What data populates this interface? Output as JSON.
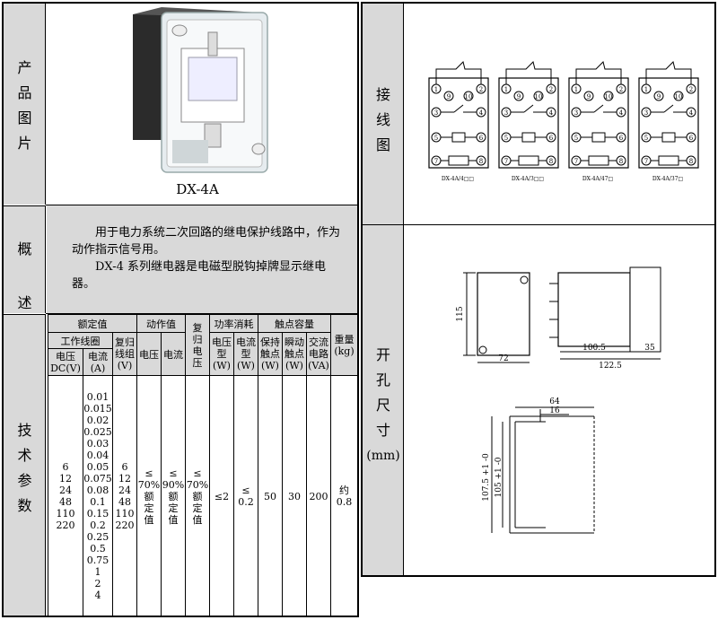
{
  "left": {
    "label_photo": [
      "产",
      "品",
      "图",
      "片"
    ],
    "model": "DX-4A",
    "label_overview": [
      "概",
      "述"
    ],
    "overview": [
      "用于电力系统二次回路的继电保护线路中，作为动作指示信号用。",
      "DX-4 系列继电器是电磁型脱钩掉牌显示继电器。"
    ],
    "label_params": [
      "技",
      "术",
      "参",
      "数"
    ]
  },
  "spec": {
    "h_rated": "额定值",
    "h_action": "动作值",
    "h_power": "功率消耗",
    "h_contact": "触点容量",
    "h_weight": "重量 (kg)",
    "h_work_coil": "工作线圈",
    "h_reset_coil": "复归线圈 (V)",
    "h_voltage": "电压",
    "h_current": "电流",
    "h_reset_voltage": "复归电压",
    "h_voltage_dc": "电压 DC(V)",
    "h_current_a": "电流 (A)",
    "h_volt_type": "电压型 (W)",
    "h_curr_type": "电流型 (W)",
    "h_hold": "保持触点 (W)",
    "h_instant": "瞬动触点 (W)",
    "h_ac": "交流电路 (VA)",
    "voltage_dc": [
      "6",
      "12",
      "24",
      "48",
      "110",
      "220"
    ],
    "current_a": [
      "0.01",
      "0.015",
      "0.02",
      "0.025",
      "0.03",
      "0.04",
      "0.05",
      "0.075",
      "0.08",
      "0.1",
      "0.15",
      "0.2",
      "0.25",
      "0.5",
      "0.75",
      "1",
      "2",
      "4"
    ],
    "reset_v": [
      "6",
      "12",
      "24",
      "48",
      "110",
      "220"
    ],
    "act_voltage": [
      "≤",
      "70%",
      "额",
      "定",
      "值"
    ],
    "act_current": [
      "≤",
      "90%",
      "额",
      "定",
      "值"
    ],
    "reset_voltage": [
      "≤",
      "70%",
      "额",
      "定",
      "值"
    ],
    "volt_type": "≤2",
    "curr_type": [
      "≤",
      "0.2"
    ],
    "hold": "50",
    "instant": "30",
    "ac": "200",
    "weight": [
      "约",
      "0.8"
    ]
  },
  "right": {
    "label_wiring": [
      "接",
      "线",
      "图"
    ],
    "label_cutout": [
      "开",
      "孔",
      "尺",
      "寸",
      "(mm)"
    ],
    "diagram_captions": [
      "DX-4A/4□□",
      "DX-4A/3□□",
      "DX-4A/47□",
      "DX-4A/37□"
    ],
    "terminals": [
      "1",
      "2",
      "9",
      "10",
      "3",
      "4",
      "5",
      "6",
      "7",
      "8"
    ],
    "dims": {
      "h115": "115",
      "w72": "72",
      "d100": "100.5",
      "d122": "122.5",
      "d35": "35",
      "w64": "64",
      "w16": "16",
      "h107": "107.5",
      "h105": "105",
      "tol_plus": "+1",
      "tol_zero": "-0"
    }
  }
}
